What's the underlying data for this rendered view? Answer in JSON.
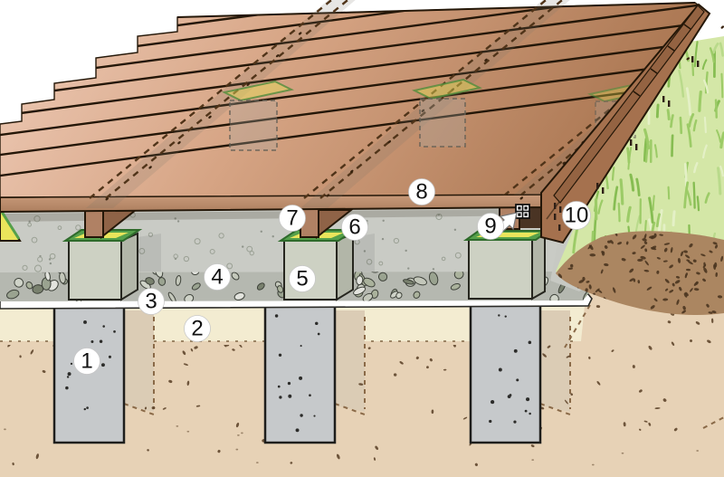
{
  "callouts": [
    {
      "label": "1"
    },
    {
      "label": "2"
    },
    {
      "label": "3"
    },
    {
      "label": "4"
    },
    {
      "label": "5"
    },
    {
      "label": "6"
    },
    {
      "label": "7"
    },
    {
      "label": "8"
    },
    {
      "label": "9"
    },
    {
      "label": "10"
    }
  ],
  "icons": {
    "fastener": "metal-connector-plate-icon",
    "pointer": "arrow-pointer-icon"
  },
  "palette": {
    "background": "#ffffff",
    "deck_light": "#efccb8",
    "deck_mid": "#d6a484",
    "deck_dark": "#aa7651",
    "board_line": "#241708",
    "front_band": "#bd8e6d",
    "fascia": "#a5714e",
    "board_end": "#946342",
    "shadow_brown": "#46321f",
    "joist": "#b08164",
    "joist_side": "#8f6347",
    "recess": "#4a3424",
    "pad": "#c9cbc5",
    "pad_speckle": "#8f948b",
    "gravel_bg": "#b5b8b0",
    "stone_light": "#e3e4de",
    "stone_mid": "#aab29c",
    "stone_dark": "#79816e",
    "fabric_white": "#ffffff",
    "sand": "#f3ecd1",
    "subsoil": "#e7d2b6",
    "soil_speckle": "#5f462c",
    "hole_ghost": "#dbccb5",
    "topsoil": "#ab8661",
    "topsoil_speckle": "#4a3520",
    "pier": "#c6c9cb",
    "pier_outline": "#1e1e1c",
    "block": "#cdd1c3",
    "block_side": "#b2b6a8",
    "shim_green": "#55a04b",
    "shim_green_dark": "#2e6b2b",
    "shim_yellow": "#eae55b",
    "grass_bg": "#d4e7a7",
    "grass_blade": "#9ccb67",
    "grass_blade_dark": "#86bd52",
    "grass_blade_light": "#e4f0c6",
    "strip_grey": "#c7c9c3",
    "screw_dash": "#503419",
    "callout_bg": "#ffffff",
    "callout_text": "#111111"
  }
}
